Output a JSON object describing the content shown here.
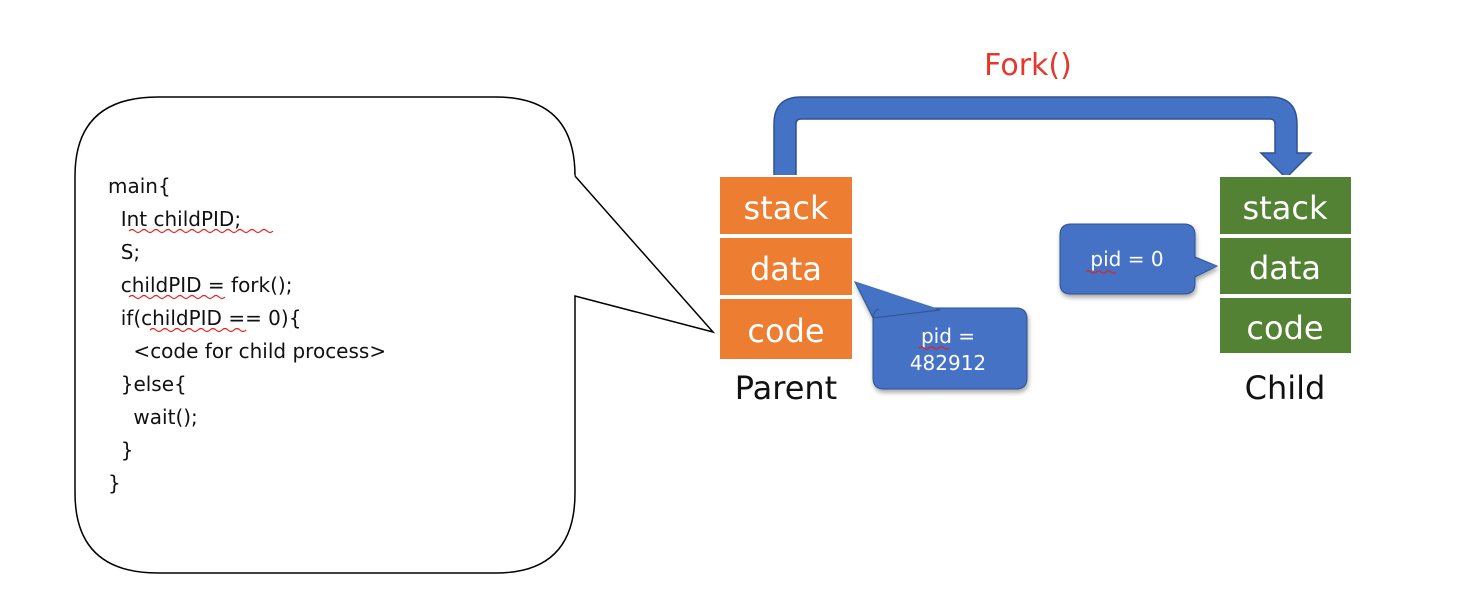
{
  "title": "Fork()",
  "colors": {
    "title": "#e8372a",
    "arrow_fill": "#4472c4",
    "arrow_stroke": "#2f528f",
    "parent_block": "#ed7d31",
    "child_block": "#548235",
    "callout": "#4472c4",
    "spell_underline": "#e02020"
  },
  "code": {
    "lines": [
      "main{",
      "  Int childPID;",
      "  S;",
      "  childPID = fork();",
      "  if(childPID == 0){",
      "    <code for child process>",
      "  }else{",
      "    wait();",
      "  }",
      "}"
    ]
  },
  "parent": {
    "label": "Parent",
    "segments": [
      "stack",
      "data",
      "code"
    ],
    "callout": {
      "line1": "pid =",
      "line2": "482912"
    }
  },
  "child": {
    "label": "Child",
    "segments": [
      "stack",
      "data",
      "code"
    ],
    "callout": {
      "text": "pid = 0"
    }
  }
}
